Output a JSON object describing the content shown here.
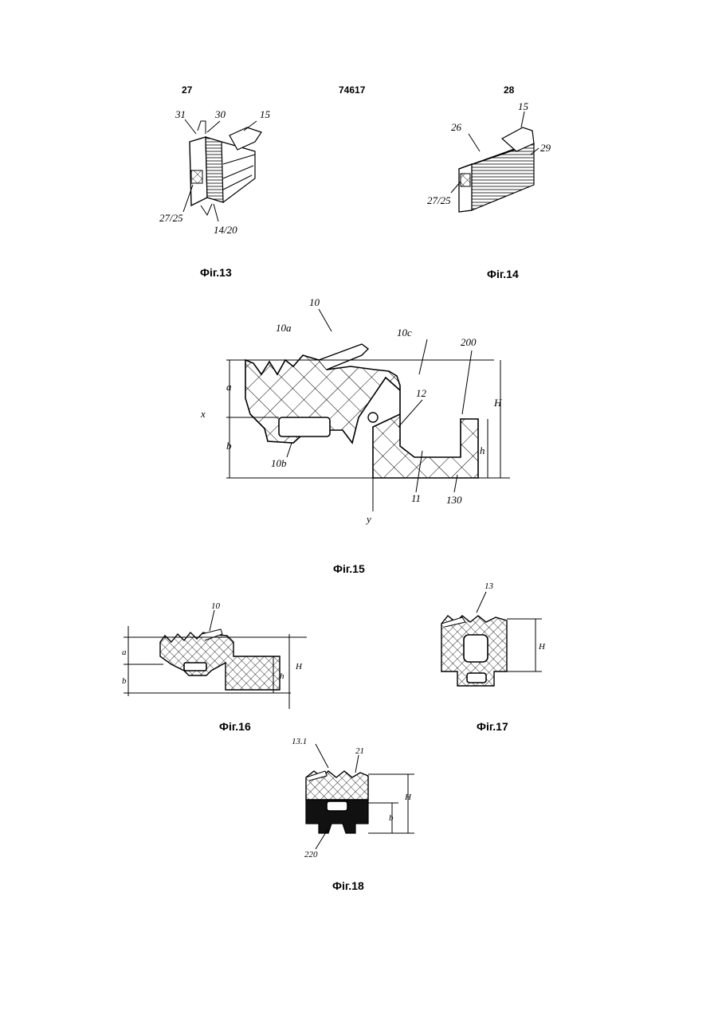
{
  "header": {
    "left_page": "27",
    "center_number": "74617",
    "right_page": "28"
  },
  "fig13": {
    "caption": "Фіг.13",
    "labels": {
      "l31": "31",
      "l30": "30",
      "l15": "15",
      "l2725": "27/25",
      "l1420": "14/20"
    }
  },
  "fig14": {
    "caption": "Фіг.14",
    "labels": {
      "l15": "15",
      "l26": "26",
      "l29": "29",
      "l2725": "27/25"
    }
  },
  "fig15": {
    "caption": "Фіг.15",
    "labels": {
      "l10": "10",
      "l10a": "10a",
      "l10c": "10c",
      "l200": "200",
      "l12": "12",
      "la": "a",
      "lb": "b",
      "lH": "H",
      "lh": "h",
      "lx": "x",
      "ly": "y",
      "l10b": "10b",
      "l11": "11",
      "l130": "130"
    }
  },
  "fig16": {
    "caption": "Фіг.16",
    "labels": {
      "l10": "10",
      "la": "a",
      "lb": "b",
      "lH": "H",
      "lh": "h"
    }
  },
  "fig17": {
    "caption": "Фіг.17",
    "labels": {
      "l13": "13",
      "lH": "H"
    }
  },
  "fig18": {
    "caption": "Фіг.18",
    "labels": {
      "l131": "13.1",
      "l21": "21",
      "lH": "H",
      "lb": "b",
      "l220": "220"
    }
  }
}
